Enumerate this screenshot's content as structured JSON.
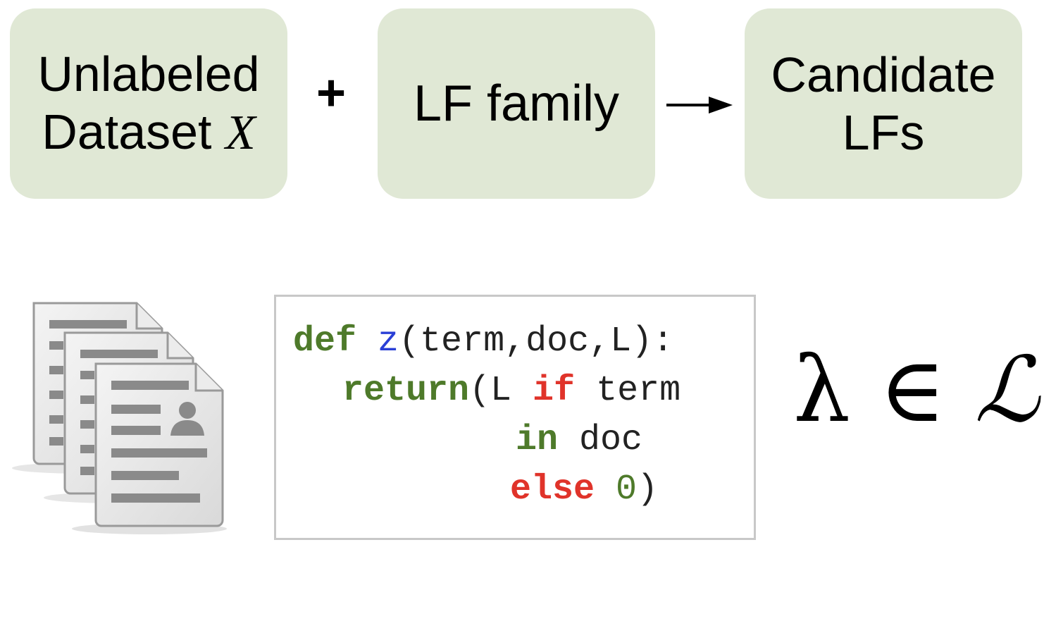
{
  "boxes": {
    "dataset": {
      "line1": "Unlabeled",
      "line2_text": "Dataset ",
      "line2_math": "X"
    },
    "family": {
      "label": "LF family"
    },
    "candidates": {
      "line1": "Candidate",
      "line2": "LFs"
    }
  },
  "operators": {
    "plus": "+"
  },
  "code": {
    "line1": {
      "def": "def",
      "fn": "z",
      "rest": "(term,doc,L):"
    },
    "line2": {
      "return": "return",
      "a": "(L ",
      "if": "if",
      "b": " term"
    },
    "line3": {
      "in": "in",
      "a": " doc"
    },
    "line4": {
      "else": "else",
      "a": " ",
      "zero": "0",
      "b": ")"
    }
  },
  "expression": {
    "lambda": "λ",
    "in": " ∈ ",
    "set": "ℒ"
  },
  "colors": {
    "box_fill": "#e0e8d5",
    "keyword_green": "#4e7a2a",
    "keyword_red": "#e0332a",
    "function_blue": "#2a3fd6",
    "code_border": "#c8c8c8"
  },
  "icons": {
    "documents": "documents-stack-icon",
    "arrow": "right-arrow-icon"
  }
}
